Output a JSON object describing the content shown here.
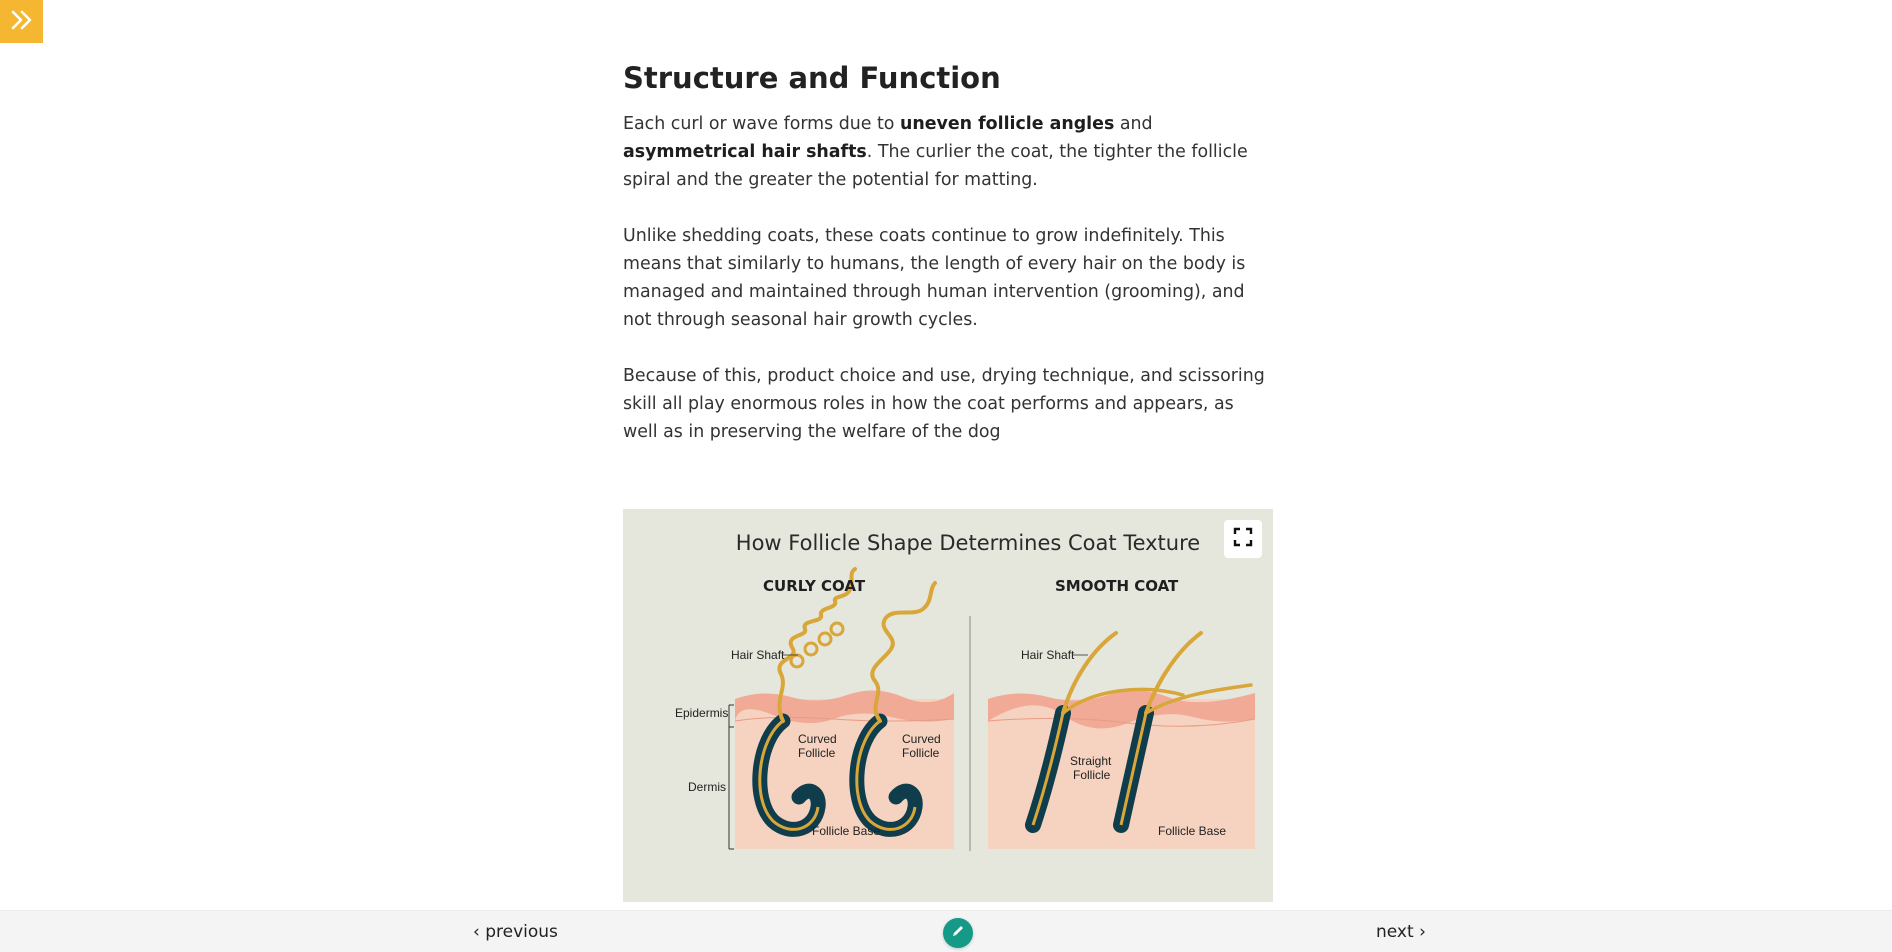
{
  "sidebar_toggle": {
    "icon": "double-chevron-right-icon",
    "color": "#f5b731"
  },
  "article": {
    "heading": "Structure and Function",
    "p1": {
      "t1": "Each curl or wave forms due to ",
      "b1": "uneven follicle angles",
      "t2": " and ",
      "b2": "asymmetrical hair shafts",
      "t3": ". The curlier the coat, the tighter the follicle spiral and the greater the potential for matting."
    },
    "p2": "Unlike shedding coats, these coats continue to grow indefinitely. This means that similarly to humans, the length of every hair on the body is managed and maintained through human intervention (grooming), and not through seasonal hair growth cycles.",
    "p3": "Because of this, product choice and use, drying technique, and scissoring skill all play enormous roles in how the coat performs and appears, as well as in preserving the welfare of the dog"
  },
  "figure": {
    "title": "How Follicle Shape Determines Coat Texture",
    "expand_icon": "fullscreen-icon",
    "curly_heading": "CURLY COAT",
    "smooth_heading": "SMOOTH COAT",
    "labels": {
      "hair_shaft_left": "Hair Shaft",
      "epidermis": "Epidermis",
      "dermis": "Dermis",
      "curved_follicle_1a": "Curved",
      "curved_follicle_1b": "Follicle",
      "curved_follicle_2a": "Curved",
      "curved_follicle_2b": "Follicle",
      "follicle_base_left": "Follicle Base",
      "hair_shaft_right": "Hair Shaft",
      "straight_follicle_a": "Straight",
      "straight_follicle_b": "Follicle",
      "follicle_base_right": "Follicle Base"
    },
    "colors": {
      "background": "#e5e6dc",
      "skin": "#f6d3c0",
      "epidermis": "#f1aa96",
      "follicle": "#0f3d4c",
      "hair": "#d9a63a"
    }
  },
  "bottom_nav": {
    "previous": "‹ previous",
    "next": "next ›",
    "edit_icon": "pencil-icon",
    "edit_color": "#149a86"
  }
}
